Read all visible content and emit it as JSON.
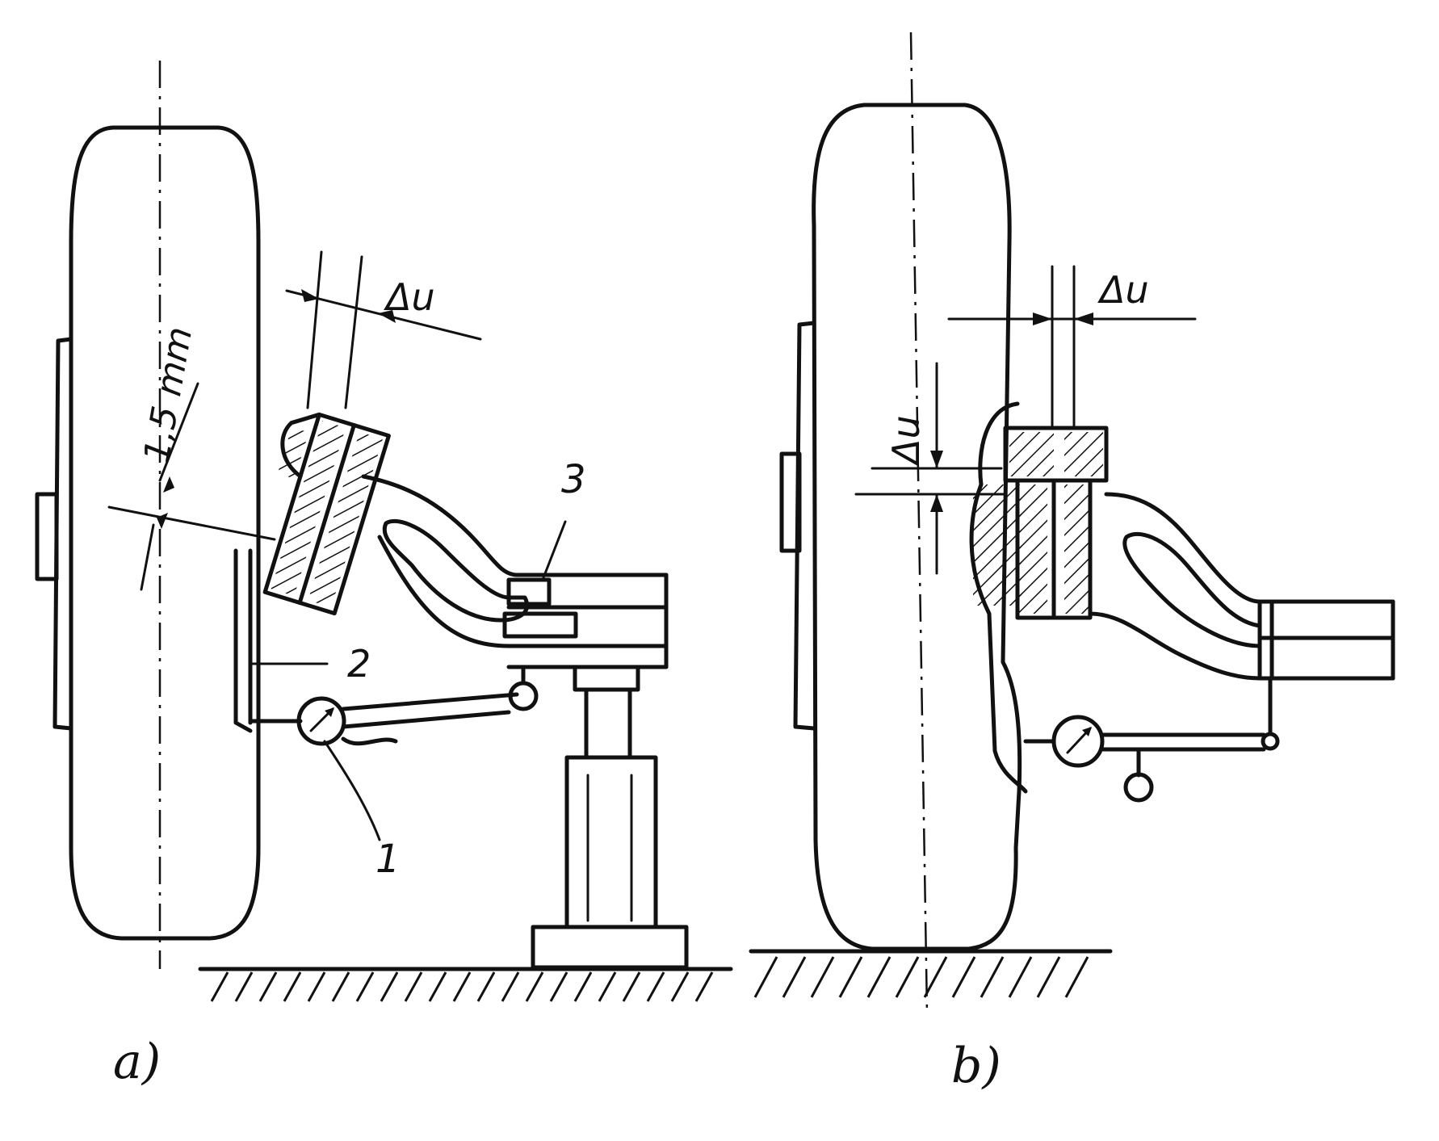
{
  "figure": {
    "panel_a": {
      "caption": "a)",
      "dimension_label": "1,5 mm",
      "delta_label": "Δu",
      "callouts": [
        "1",
        "2",
        "3"
      ]
    },
    "panel_b": {
      "caption": "b)",
      "delta_horizontal_label": "Δu",
      "delta_vertical_label": "Δu"
    }
  }
}
